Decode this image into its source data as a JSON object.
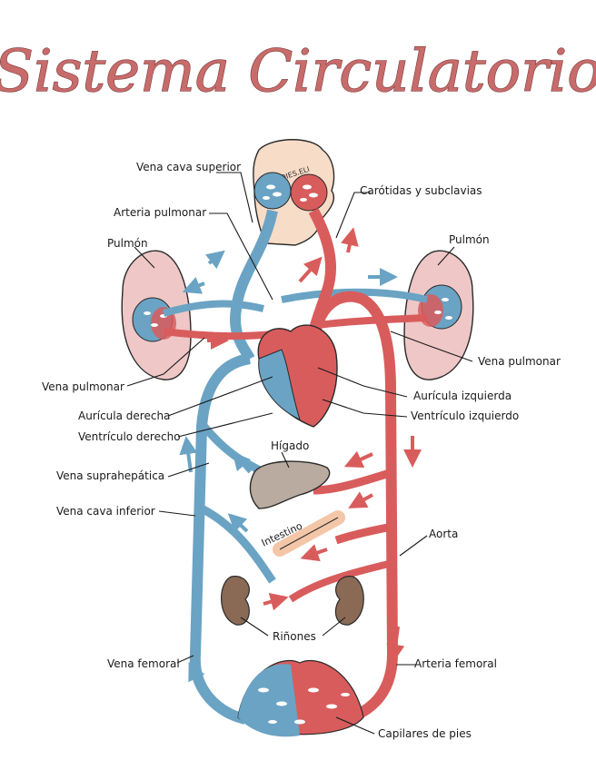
{
  "title": "Sistema Circulatorio",
  "watermark": "STUDIES.ELI",
  "colors": {
    "title": "#c86b6b",
    "venous": "#6aa3c4",
    "arterial": "#d95c5c",
    "lung": "#efc7c7",
    "liver": "#b9ab9f",
    "kidney": "#8a6a55",
    "intestine": "#f3c6a8",
    "head": "#f7dcc8"
  },
  "labels": {
    "vena_cava_superior": "Vena cava superior",
    "arteria_pulmonar": "Arteria pulmonar",
    "carotidas": "Carótidas y subclavias",
    "pulmon_izq": "Pulmón",
    "pulmon_der": "Pulmón",
    "vena_pulmonar_der": "Vena pulmonar",
    "vena_pulmonar_izq": "Vena pulmonar",
    "auricula_izquierda": "Aurícula izquierda",
    "ventriculo_izquierdo": "Ventrículo izquierdo",
    "auricula_derecha": "Aurícula derecha",
    "ventriculo_derecho": "Ventrículo derecho",
    "higado": "Hígado",
    "vena_suprahepatica": "Vena suprahepática",
    "vena_cava_inferior": "Vena cava inferior",
    "intestino": "Intestino",
    "aorta": "Aorta",
    "rinones": "Riñones",
    "vena_femoral": "Vena femoral",
    "arteria_femoral": "Arteria femoral",
    "capilares_pies": "Capilares de pies"
  }
}
